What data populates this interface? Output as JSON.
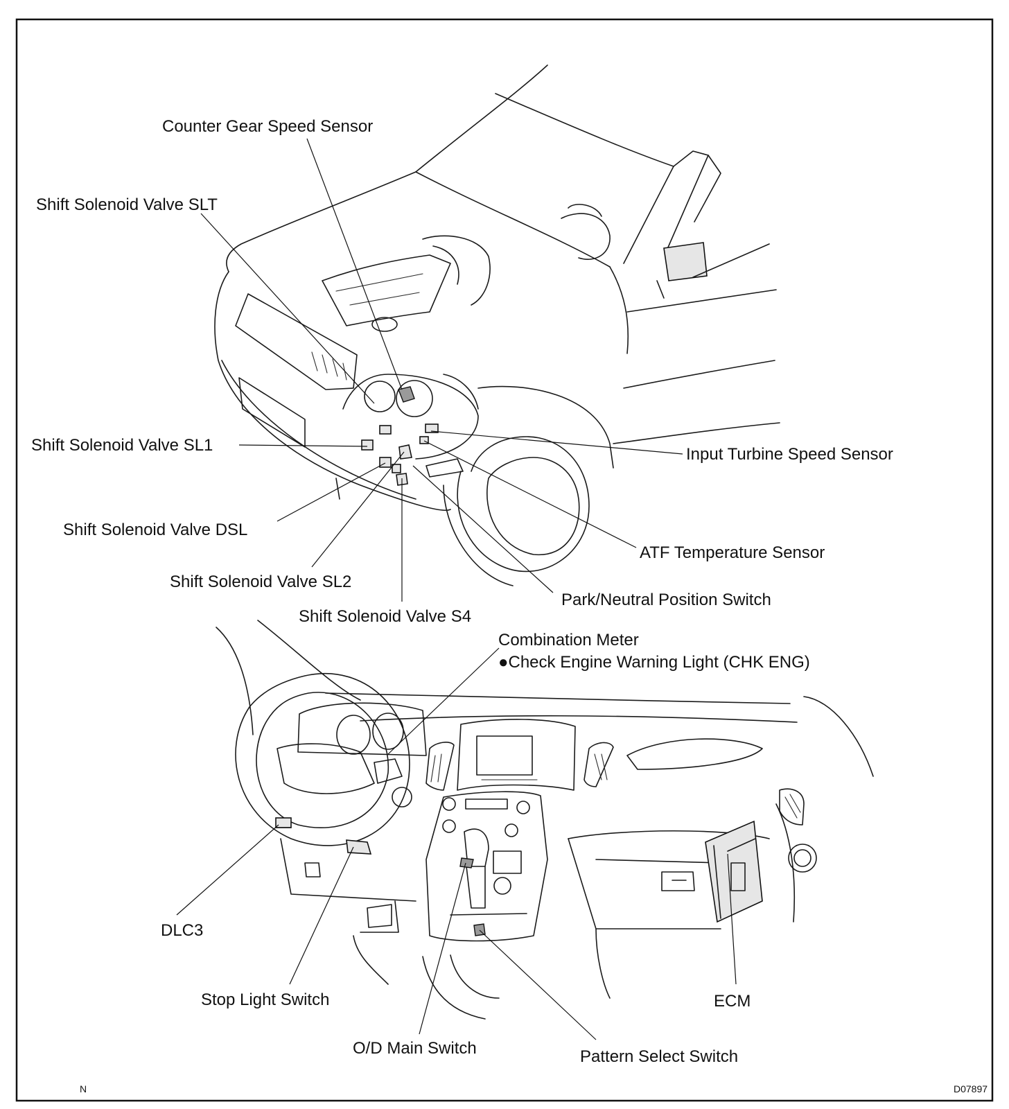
{
  "labels": {
    "counter_gear_speed_sensor": "Counter Gear Speed Sensor",
    "shift_solenoid_slt": "Shift Solenoid Valve SLT",
    "shift_solenoid_sl1": "Shift Solenoid Valve SL1",
    "input_turbine_speed_sensor": "Input Turbine Speed Sensor",
    "shift_solenoid_dsl": "Shift Solenoid Valve DSL",
    "atf_temperature_sensor": "ATF Temperature Sensor",
    "shift_solenoid_sl2": "Shift Solenoid Valve SL2",
    "park_neutral_position_switch": "Park/Neutral Position Switch",
    "shift_solenoid_s4": "Shift Solenoid Valve S4",
    "combination_meter": "Combination Meter",
    "check_engine_warning_light": "●Check Engine Warning Light (CHK ENG)",
    "dlc3": "DLC3",
    "stop_light_switch": "Stop Light Switch",
    "ecm": "ECM",
    "od_main_switch": "O/D Main Switch",
    "pattern_select_switch": "Pattern Select Switch"
  },
  "corner": {
    "left_mark": "N",
    "figure_code": "D07897"
  }
}
